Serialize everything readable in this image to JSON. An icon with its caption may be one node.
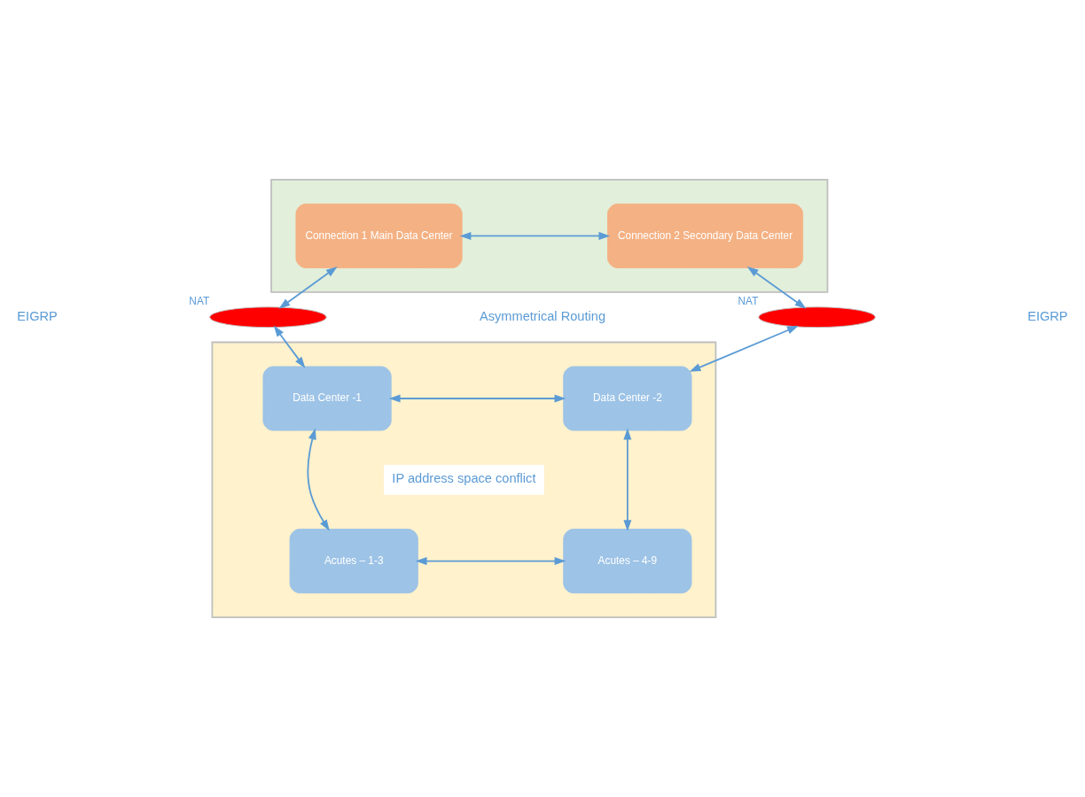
{
  "diagram": {
    "nodes": [
      {
        "text": [],
        "shape": "box"
      },
      {
        "text": [
          "Connection 1 Main Data Center"
        ],
        "in": 0
      },
      {
        "text": [
          "Connection 2 Secondary Data Center"
        ],
        "in": 0
      },
      {
        "text": [],
        "shape": "ellipse",
        "beside": [
          "NAT"
        ]
      },
      {
        "text": [],
        "shape": "ellipse",
        "beside": [
          "NAT"
        ]
      },
      {
        "text": [],
        "shape": "box"
      },
      {
        "text": [
          "Data Center -1"
        ],
        "in": 5
      },
      {
        "text": [
          "Data Center -2"
        ],
        "in": 5
      },
      {
        "text": [
          "Acutes – 1-3"
        ],
        "in": 5
      },
      {
        "text": [
          "Acutes – 4-9"
        ],
        "in": 5
      }
    ],
    "edges": [
      {
        "from": 1,
        "to": 2,
        "arrow": "both"
      },
      {
        "from": 1,
        "to": 3,
        "arrow": "both"
      },
      {
        "from": 2,
        "to": 4,
        "arrow": "both"
      },
      {
        "from": 3,
        "to": 6,
        "arrow": "both"
      },
      {
        "from": 4,
        "to": 7,
        "arrow": "both"
      },
      {
        "from": 6,
        "to": 7,
        "arrow": "both"
      },
      {
        "from": 6,
        "to": 8,
        "arrow": "both"
      },
      {
        "from": 7,
        "to": 9,
        "arrow": "both"
      },
      {
        "from": 8,
        "to": 9,
        "arrow": "both"
      }
    ],
    "labels": [
      "EIGRP",
      "Asymmetrical Routing",
      "EIGRP",
      "IP address space conflict"
    ]
  }
}
